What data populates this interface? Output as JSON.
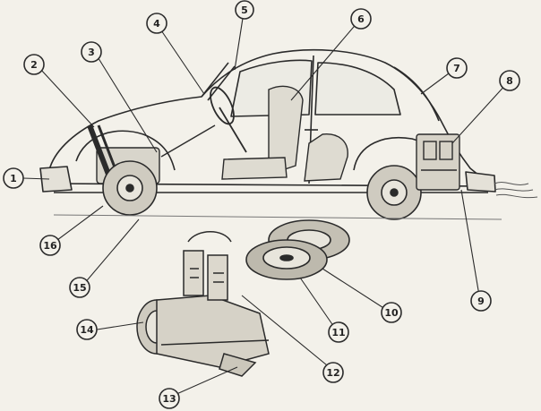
{
  "diagram": {
    "subject": "car-cutaway-with-engine-and-tires",
    "ink_color": "#2b2b2b",
    "paper_color": "#f3f1ea",
    "callouts": [
      {
        "label": "1"
      },
      {
        "label": "2"
      },
      {
        "label": "3"
      },
      {
        "label": "4"
      },
      {
        "label": "5"
      },
      {
        "label": "6"
      },
      {
        "label": "7"
      },
      {
        "label": "8"
      },
      {
        "label": "9"
      },
      {
        "label": "10"
      },
      {
        "label": "11"
      },
      {
        "label": "12"
      },
      {
        "label": "13"
      },
      {
        "label": "14"
      },
      {
        "label": "15"
      },
      {
        "label": "16"
      }
    ]
  }
}
